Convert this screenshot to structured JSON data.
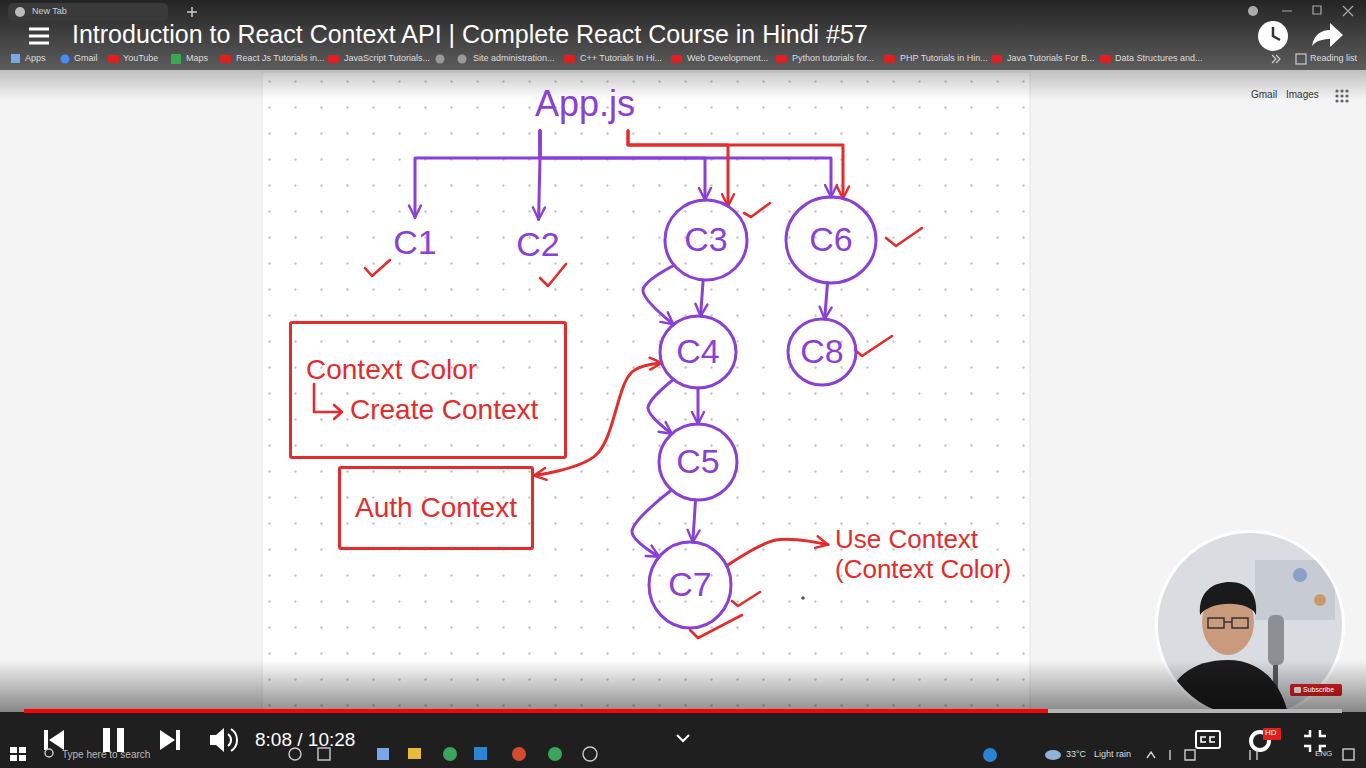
{
  "diagram": {
    "title": "Introduction to React Context API | Complete React Course in Hindi #57",
    "nodes": [
      {
        "text": [
          "App.js"
        ]
      },
      {
        "text": [
          "C1"
        ]
      },
      {
        "text": [
          "C2"
        ]
      },
      {
        "text": [
          "C3"
        ]
      },
      {
        "text": [
          "C6"
        ]
      },
      {
        "text": [
          "Context Color",
          "Create Context"
        ]
      },
      {
        "text": [
          "C4"
        ]
      },
      {
        "text": [
          "C8"
        ]
      },
      {
        "text": [
          "Auth Context"
        ]
      },
      {
        "text": [
          "C5"
        ]
      },
      {
        "text": [
          "C7"
        ]
      },
      {
        "text": [
          "Use Context (Context Color)"
        ]
      }
    ],
    "edges": [
      {
        "from": 0,
        "to": 1,
        "arrow": "to"
      },
      {
        "from": 0,
        "to": 2,
        "arrow": "to"
      },
      {
        "from": 0,
        "to": 3,
        "arrow": "to"
      },
      {
        "from": 0,
        "to": 4,
        "arrow": "to"
      },
      {
        "from": 0,
        "to": 3,
        "arrow": "to"
      },
      {
        "from": 0,
        "to": 4,
        "arrow": "to"
      },
      {
        "from": 3,
        "to": 6,
        "arrow": "to"
      },
      {
        "from": 3,
        "to": 6,
        "arrow": "to"
      },
      {
        "from": 6,
        "to": 9,
        "arrow": "to"
      },
      {
        "from": 6,
        "to": 9,
        "arrow": "to"
      },
      {
        "from": 9,
        "to": 10,
        "arrow": "to"
      },
      {
        "from": 9,
        "to": 10,
        "arrow": "to"
      },
      {
        "from": 4,
        "to": 7,
        "arrow": "to"
      },
      {
        "from": 6,
        "to": 8,
        "arrow": "both"
      },
      {
        "from": 10,
        "to": 11,
        "arrow": "to"
      }
    ],
    "labels": [
      "New Tab",
      "Apps",
      "Gmail",
      "YouTube",
      "Maps",
      "React Js Tutorials in...",
      "JavaScript Tutorials...",
      "Site administration...",
      "C++ Tutorials In Hi...",
      "Web Development...",
      "Python tutorials for...",
      "PHP Tutorials in Hin...",
      "Java Tutorials For B...",
      "Data Structures and...",
      "Reading list",
      "Gmail",
      "Images",
      "Subscribe",
      "8:08 / 10:28",
      "Type here to search",
      "33°C",
      "Light rain",
      "ENG",
      "HD"
    ]
  }
}
